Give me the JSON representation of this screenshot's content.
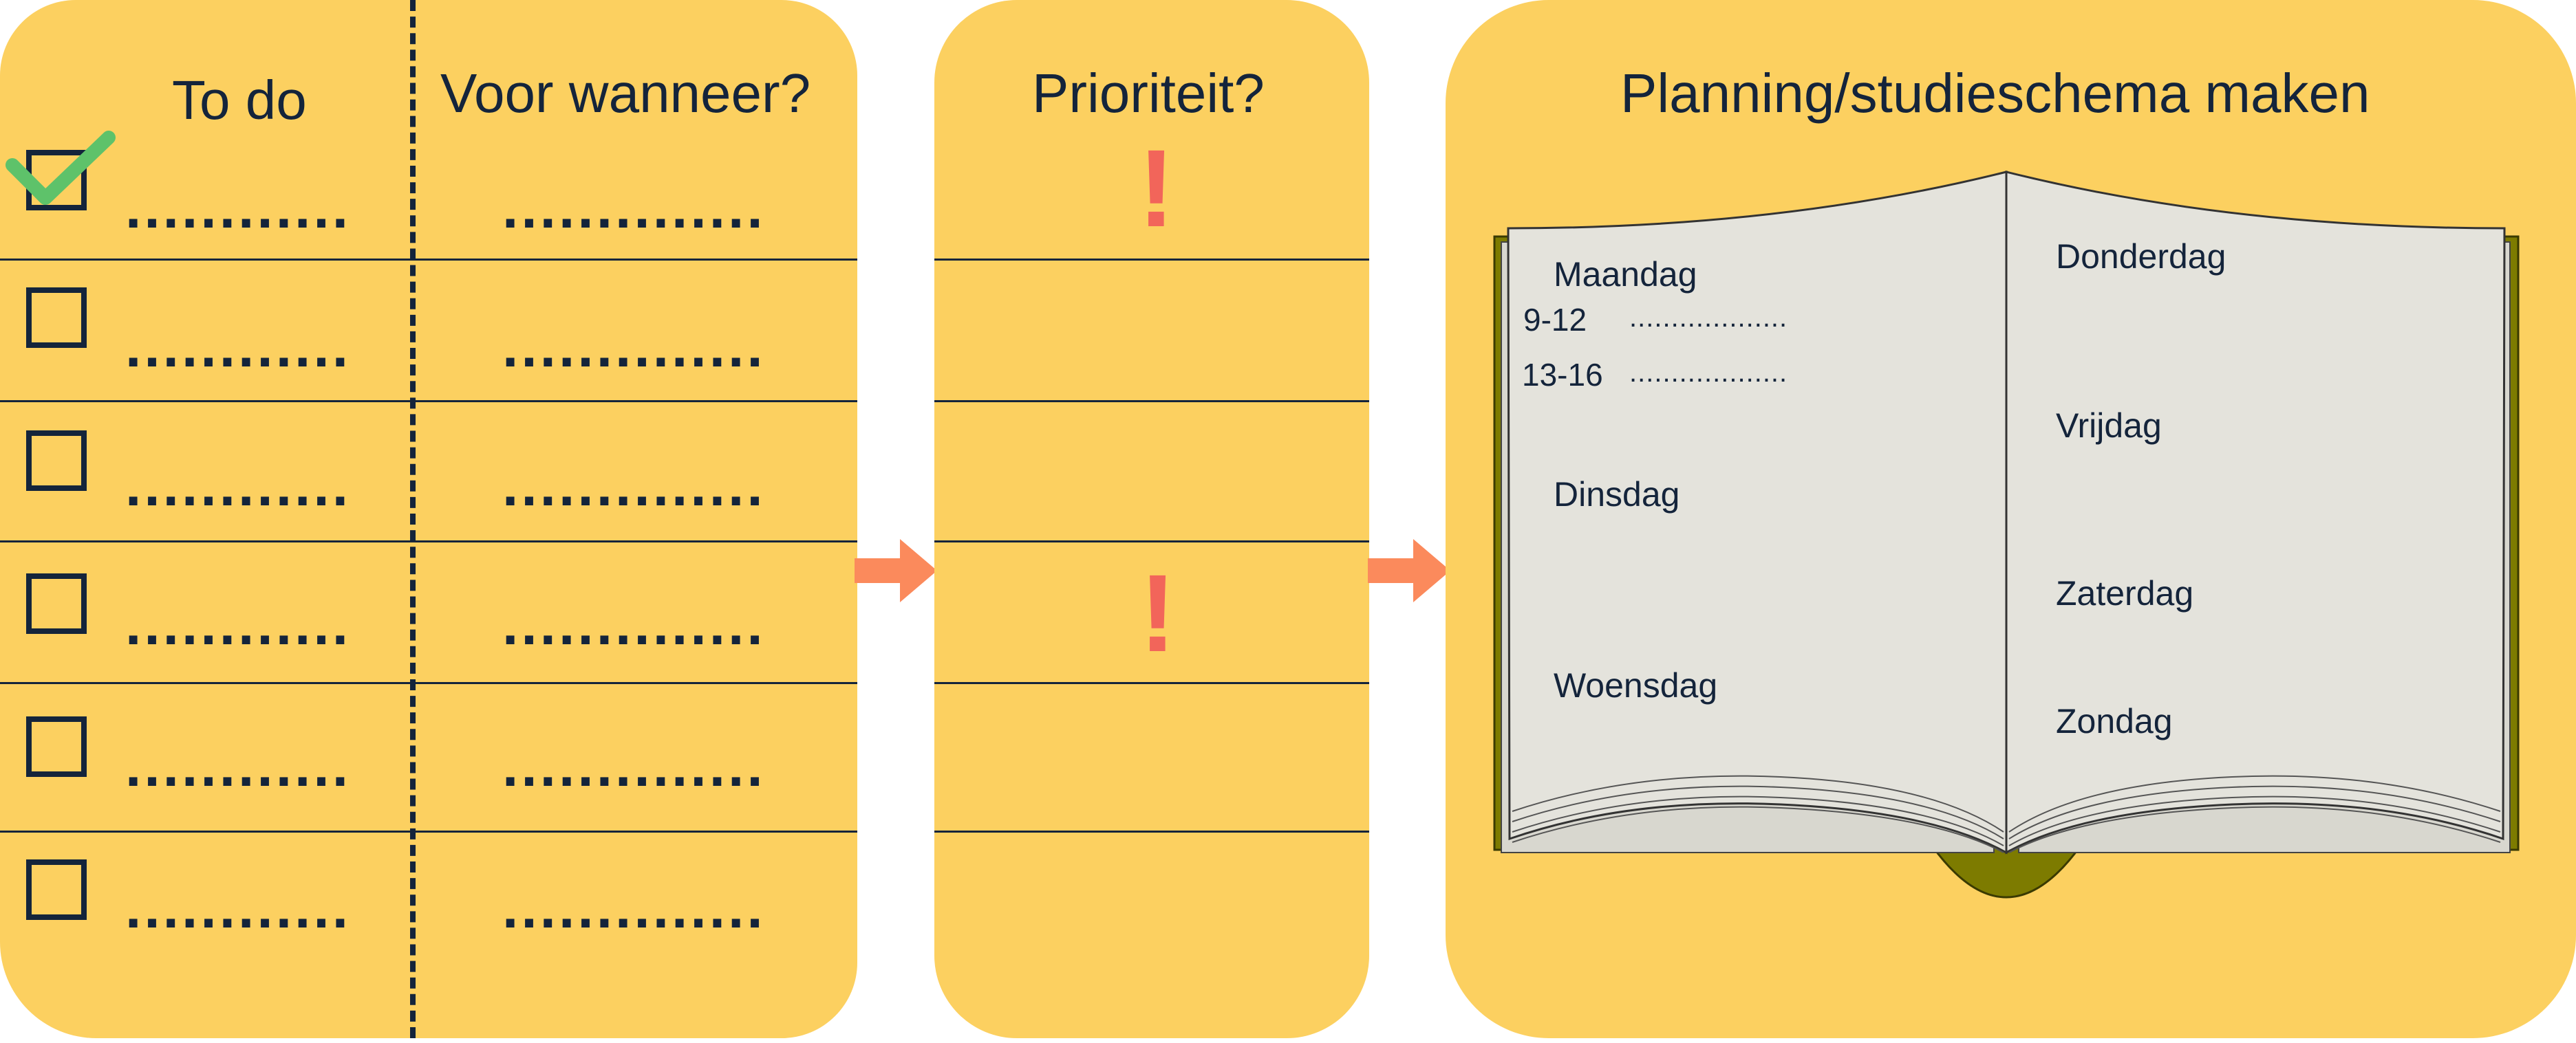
{
  "todo": {
    "heading": "To do",
    "when_heading": "Voor wanneer?",
    "task_dots": "............",
    "date_dots": "..............",
    "rows": [
      {
        "checked": true
      },
      {
        "checked": false
      },
      {
        "checked": false
      },
      {
        "checked": false
      },
      {
        "checked": false
      },
      {
        "checked": false
      }
    ]
  },
  "priority": {
    "heading": "Prioriteit?",
    "mark": "!"
  },
  "planning": {
    "heading": "Planning/studieschema maken",
    "left_page": {
      "monday": "Maandag",
      "slot_1": "9-12",
      "slot_2": "13-16",
      "slot_dots": "...................",
      "tuesday": "Dinsdag",
      "wednesday": "Woensdag"
    },
    "right_page": {
      "thursday": "Donderdag",
      "friday": "Vrijdag",
      "saturday": "Zaterdag",
      "sunday": "Zondag"
    }
  },
  "colors": {
    "panel": "#fcd060",
    "text": "#14243b",
    "arrow": "#fb8a5c",
    "exclamation": "#f2655a",
    "check": "#5ec26a",
    "book_cover": "#7d7b00",
    "page": "#e4e3dc"
  }
}
